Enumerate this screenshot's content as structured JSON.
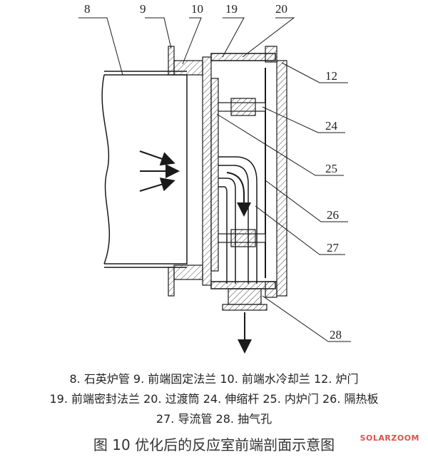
{
  "callouts": [
    {
      "id": "n8",
      "text": "8"
    },
    {
      "id": "n9",
      "text": "9"
    },
    {
      "id": "n10",
      "text": "10"
    },
    {
      "id": "n19",
      "text": "19"
    },
    {
      "id": "n20",
      "text": "20"
    },
    {
      "id": "n12",
      "text": "12"
    },
    {
      "id": "n24",
      "text": "24"
    },
    {
      "id": "n25",
      "text": "25"
    },
    {
      "id": "n26",
      "text": "26"
    },
    {
      "id": "n27",
      "text": "27"
    },
    {
      "id": "n28",
      "text": "28"
    }
  ],
  "legend": {
    "line1": "8. 石英炉管   9. 前端固定法兰   10. 前端水冷却兰   12. 炉门",
    "line2": "19. 前端密封法兰   20. 过渡筒   24. 伸缩杆   25. 内炉门   26. 隔热板",
    "line3": "27. 导流管   28. 抽气孔"
  },
  "caption": "图 10  优化后的反应室前端剖面示意图",
  "watermark": "SOLARZOOM",
  "colors": {
    "line": "#1a1a1a",
    "hatch": "#444444",
    "watermark": "#e0504a"
  }
}
